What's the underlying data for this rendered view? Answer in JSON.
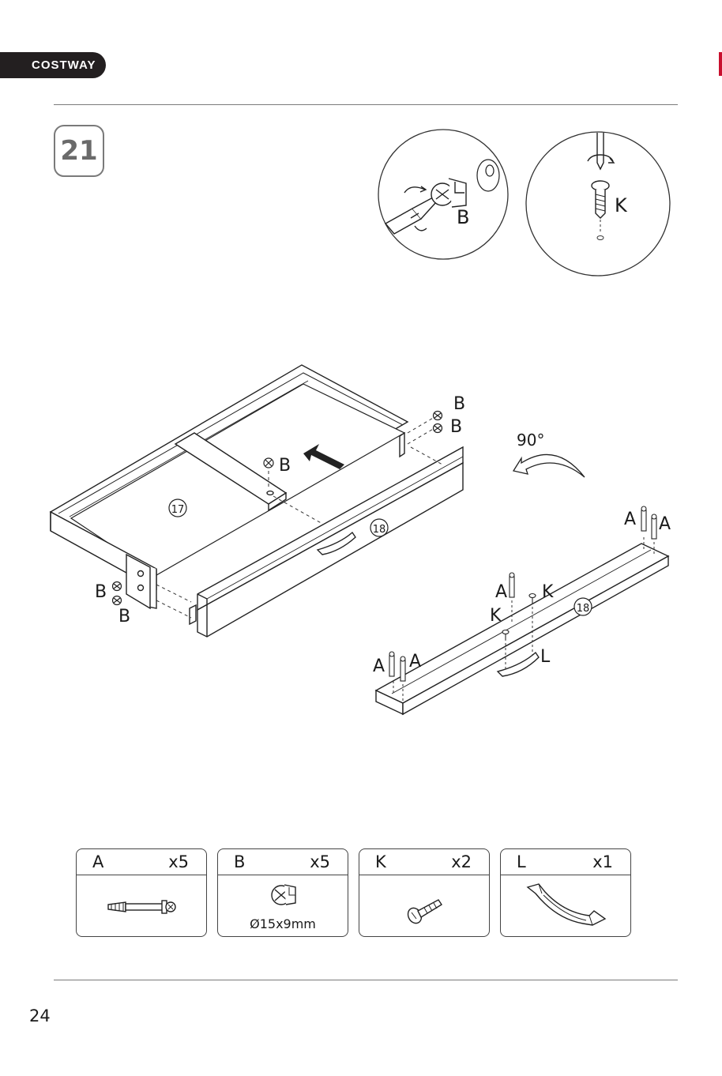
{
  "brand": {
    "name": "COSTWAY",
    "accent": "#c8102e",
    "tab_color": "#231f20"
  },
  "step": {
    "number": "21"
  },
  "details": [
    {
      "label": "B"
    },
    {
      "label": "K"
    }
  ],
  "diagram": {
    "rotation": "90°",
    "left_panel_labels": {
      "panel": "17",
      "front": "18",
      "cam_top": "B",
      "cam_right_1": "B",
      "cam_right_2": "B",
      "cam_left_1": "B",
      "cam_left_2": "B"
    },
    "right_panel_labels": {
      "panel": "18",
      "a1": "A",
      "a2": "A",
      "a3": "A",
      "a4": "A",
      "a5": "A",
      "k1": "K",
      "k2": "K",
      "handle": "L"
    }
  },
  "parts": [
    {
      "id": "A",
      "qty": "x5",
      "note": "",
      "icon": "cam-bolt-icon"
    },
    {
      "id": "B",
      "qty": "x5",
      "note": "Ø15x9mm",
      "icon": "cam-lock-icon"
    },
    {
      "id": "K",
      "qty": "x2",
      "note": "",
      "icon": "screw-icon"
    },
    {
      "id": "L",
      "qty": "x1",
      "note": "",
      "icon": "handle-icon"
    }
  ],
  "page": {
    "number": "24"
  }
}
